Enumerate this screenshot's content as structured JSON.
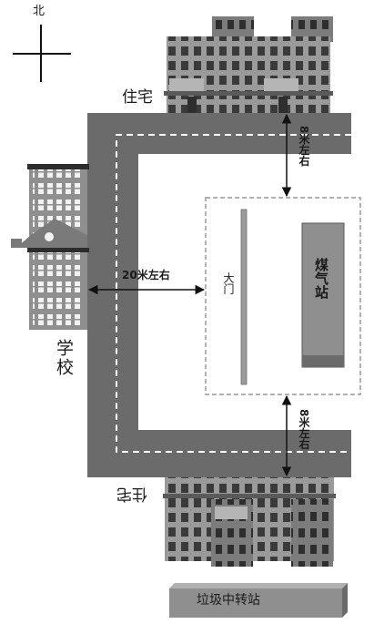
{
  "compass": {
    "north_label": "北"
  },
  "labels": {
    "residential_top": "住宅",
    "residential_bottom": "住宅",
    "school": "学校",
    "gate": "大门",
    "gas_station": "煤气站",
    "transfer_station": "垃圾中转站"
  },
  "distances": {
    "school_to_site": "20米左右",
    "site_to_residential_top": "8米左右",
    "site_to_residential_bottom": "8米左右"
  },
  "colors": {
    "road": "#6b6b6b",
    "lane_marking": "#ffffff",
    "site_boundary": "#9a9a9a",
    "gas_station": "#8f8f8f",
    "building": "#8a8a8a",
    "window": "#3a3a3a",
    "arrow": "#111111"
  }
}
